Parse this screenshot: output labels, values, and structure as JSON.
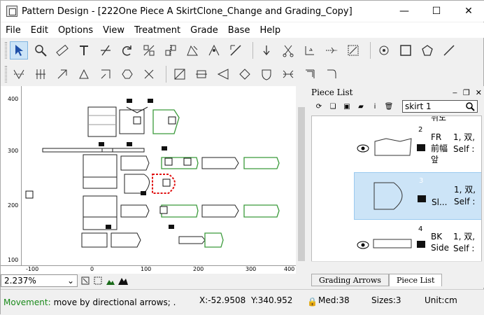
{
  "window": {
    "title": "Pattern Design - [222One Piece A SkirtClone_Change and Grading_Copy]",
    "minimize": "—",
    "maximize": "☐",
    "close": "✕"
  },
  "menu": [
    {
      "label": "File"
    },
    {
      "label": "Edit"
    },
    {
      "label": "Options"
    },
    {
      "label": "View"
    },
    {
      "label": "Treatment"
    },
    {
      "label": "Grade"
    },
    {
      "label": "Base"
    },
    {
      "label": "Help"
    }
  ],
  "ruler": {
    "left_ticks": [
      "400",
      "300",
      "200",
      "100"
    ],
    "bottom_ticks": [
      "-100",
      "0",
      "100",
      "200",
      "300",
      "400"
    ]
  },
  "zoom": {
    "value": "2.237%"
  },
  "piece_list": {
    "title": "Piece List",
    "search_value": "skirt 1",
    "partial_top_text": "뒤도",
    "pieces": [
      {
        "number": "2",
        "name_lines": [
          "FR",
          "前幅",
          "앞"
        ],
        "info_lines": [
          "1, 双,",
          "Self :"
        ]
      },
      {
        "number": "3",
        "name_lines": [
          "Sl..."
        ],
        "info_lines": [
          "1, 双,",
          "Self :"
        ]
      },
      {
        "number": "4",
        "name_lines": [
          "BK",
          "Side"
        ],
        "info_lines": [
          "1, 双,",
          "Self :"
        ]
      }
    ],
    "tabs": [
      "Grading Arrows",
      "Piece List"
    ]
  },
  "status": {
    "mode": "Movement:",
    "message": "move by directional arrows; .",
    "x": "X:-52.9508",
    "y": "Y:340.952",
    "med": "Med:38",
    "sizes": "Sizes:3",
    "unit": "Unit:cm"
  },
  "colors": {
    "accent": "#cce4f7",
    "green_piece": "#3a9a3a",
    "red_piece": "#e01010",
    "status_green": "#1a8a1a"
  }
}
